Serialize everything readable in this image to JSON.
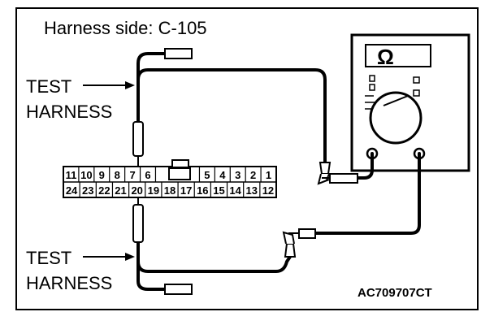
{
  "title": "Harness side: C-105",
  "labels": {
    "test_harness_top": [
      "TEST",
      "HARNESS"
    ],
    "test_harness_bottom": [
      "TEST",
      "HARNESS"
    ]
  },
  "meter": {
    "display": "Ω"
  },
  "connector": {
    "row_top": [
      "11",
      "10",
      "9",
      "8",
      "7",
      "6",
      "",
      "5",
      "4",
      "3",
      "2",
      "1"
    ],
    "row_bottom": [
      "24",
      "23",
      "22",
      "21",
      "20",
      "19",
      "18",
      "17",
      "16",
      "15",
      "14",
      "13",
      "12"
    ]
  },
  "figure_code": "AC709707CT"
}
